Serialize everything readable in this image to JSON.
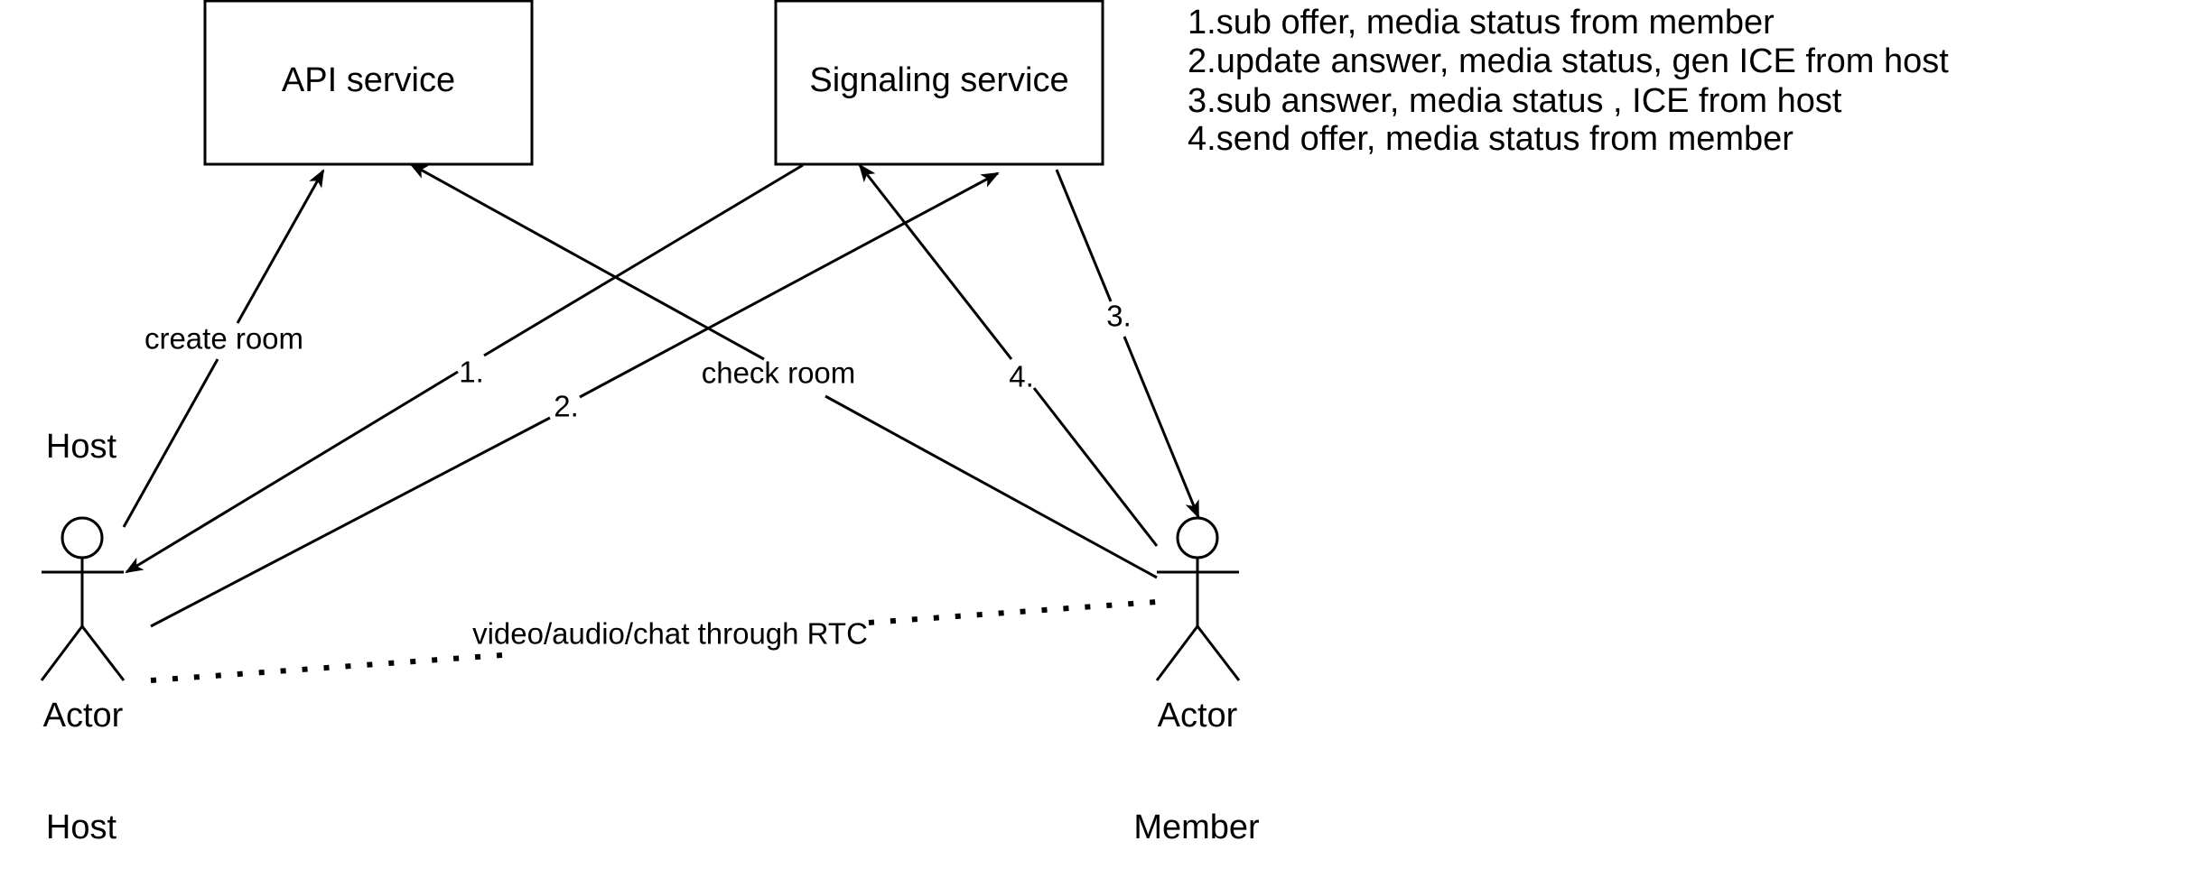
{
  "services": {
    "api": {
      "label": "API service"
    },
    "signaling": {
      "label": "Signaling service"
    }
  },
  "actors": {
    "host": {
      "role_label": "Host",
      "figure_label": "Actor",
      "caption": "Host"
    },
    "member": {
      "figure_label": "Actor",
      "caption": "Member"
    }
  },
  "edges": {
    "create_room": {
      "label": "create room"
    },
    "step1": {
      "label": "1."
    },
    "step2": {
      "label": "2."
    },
    "check_room": {
      "label": "check room"
    },
    "step4": {
      "label": "4."
    },
    "step3": {
      "label": "3."
    },
    "rtc": {
      "label": "video/audio/chat through RTC"
    }
  },
  "notes": [
    "1.sub offer, media status from member",
    "2.update answer, media status, gen ICE from host",
    "3.sub answer, media status , ICE from host",
    "4.send offer, media status from member"
  ]
}
